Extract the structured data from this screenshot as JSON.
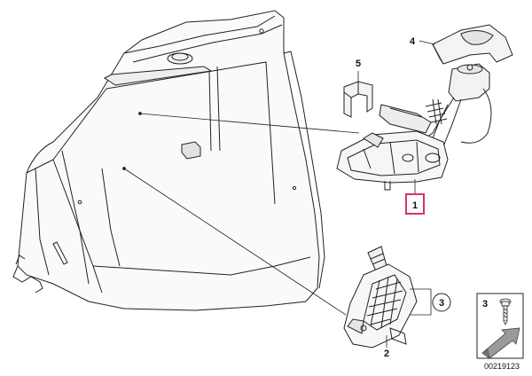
{
  "callouts": [
    {
      "id": "1",
      "label": "1",
      "boxed": true,
      "box_color": "#d6336c"
    },
    {
      "id": "2",
      "label": "2"
    },
    {
      "id": "3",
      "label": "3",
      "circled": true
    },
    {
      "id": "4",
      "label": "4"
    },
    {
      "id": "5",
      "label": "5"
    }
  ],
  "legend": {
    "item_label": "3",
    "part_icon": "screw-icon",
    "direction_icon": "arrow-icon"
  },
  "reference_number": "00219123",
  "colors": {
    "line": "#222222",
    "shade": "#e7e7e7",
    "highlight": "#d6336c"
  }
}
